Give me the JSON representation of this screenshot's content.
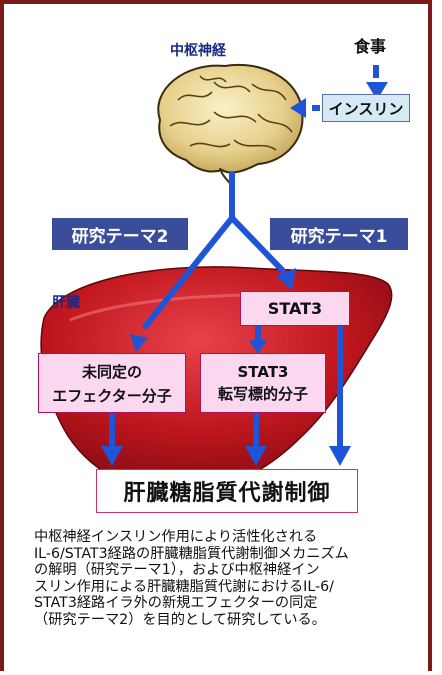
{
  "labels": {
    "brain": "中枢神経",
    "food": "食事",
    "insulin": "インスリン",
    "theme2": "研究テーマ2",
    "theme1": "研究テーマ1",
    "liver": "肝臓",
    "stat3": "STAT3",
    "unknown_line1": "未同定の",
    "unknown_line2": "エフェクター分子",
    "stat3_effector_line1": "STAT3",
    "stat3_effector_line2": "転写標的分子",
    "result": "肝臓糖脂質代謝制御"
  },
  "description": [
    "中枢神経インスリン作用により活性化される",
    "IL-6/STAT3経路の肝臓糖脂質代謝制御メカニズム",
    "の解明（研究テーマ1），および中枢神経イン",
    "スリン作用による肝臓糖脂質代謝におけるIL-6/",
    "STAT3経路イラ外の新規エフェクターの同定",
    "（研究テーマ2）を目的として研究している。"
  ],
  "colors": {
    "arrow": "#1f54d6",
    "theme_box": "#3a4d9a",
    "pink_box": "#fbd7f0",
    "liver": "#c0161e",
    "border": "#7a1a1a"
  }
}
